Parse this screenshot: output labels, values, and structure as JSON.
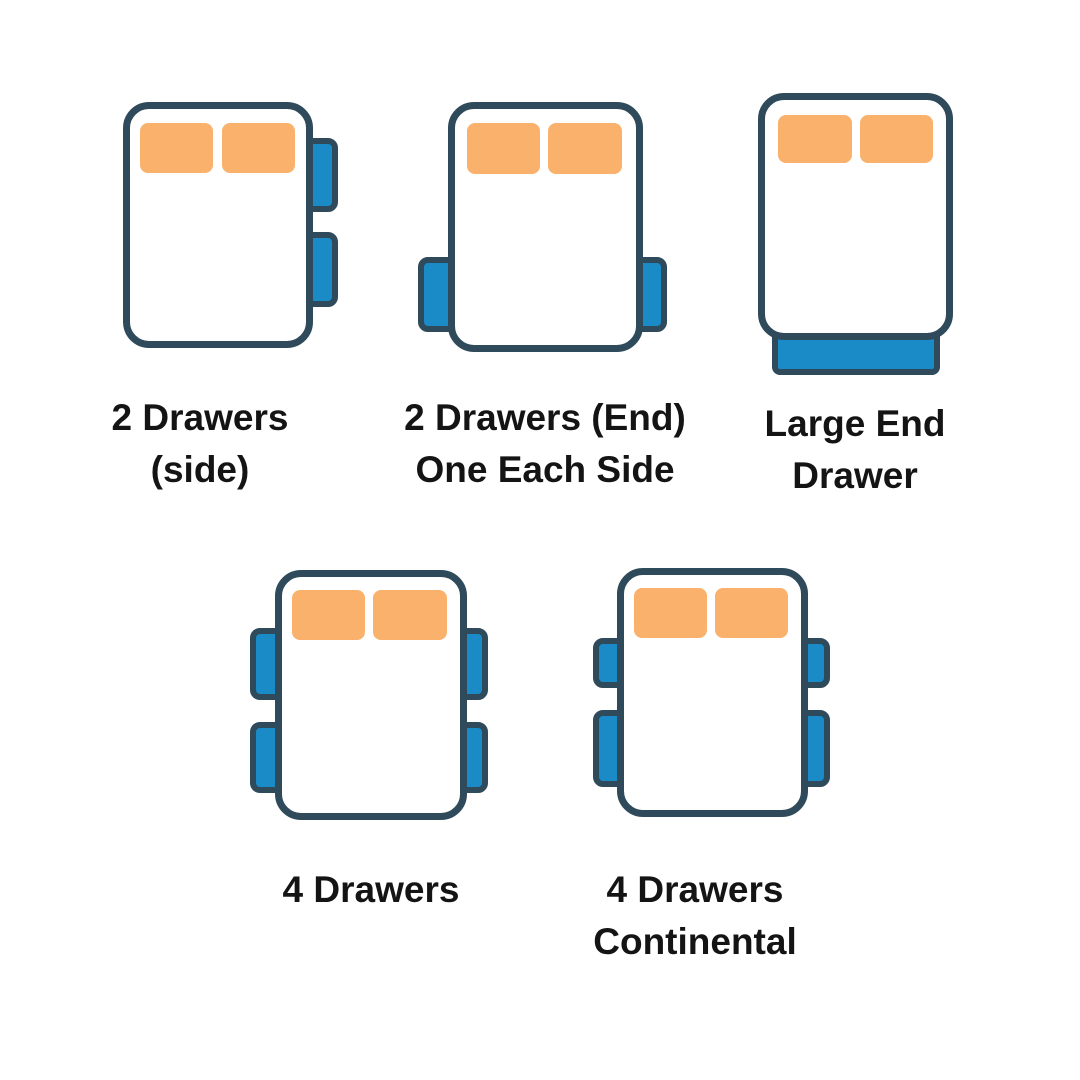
{
  "page": {
    "background": "#ffffff"
  },
  "colors": {
    "outline": "#2f4a5a",
    "drawer_blue": "#1b8bc7",
    "pillow_orange": "#f9b16c",
    "label_text": "#141414"
  },
  "figures": [
    {
      "name": "2-drawers-side",
      "label_lines": [
        "2 Drawers",
        "(side)"
      ],
      "drawer_count": 2,
      "drawer_placement": "two drawers on right side"
    },
    {
      "name": "2-drawers-end-one-each-side",
      "label_lines": [
        "2 Drawers (End)",
        "One Each Side"
      ],
      "drawer_count": 2,
      "drawer_placement": "one drawer on each side near foot end"
    },
    {
      "name": "large-end-drawer",
      "label_lines": [
        "Large End",
        "Drawer"
      ],
      "drawer_count": 1,
      "drawer_placement": "one large drawer at foot end"
    },
    {
      "name": "4-drawers",
      "label_lines": [
        "4 Drawers"
      ],
      "drawer_count": 4,
      "drawer_placement": "two equal drawers on each side"
    },
    {
      "name": "4-drawers-continental",
      "label_lines": [
        "4 Drawers",
        "Continental"
      ],
      "drawer_count": 4,
      "drawer_placement": "two drawers on each side, upper drawers shorter"
    }
  ]
}
